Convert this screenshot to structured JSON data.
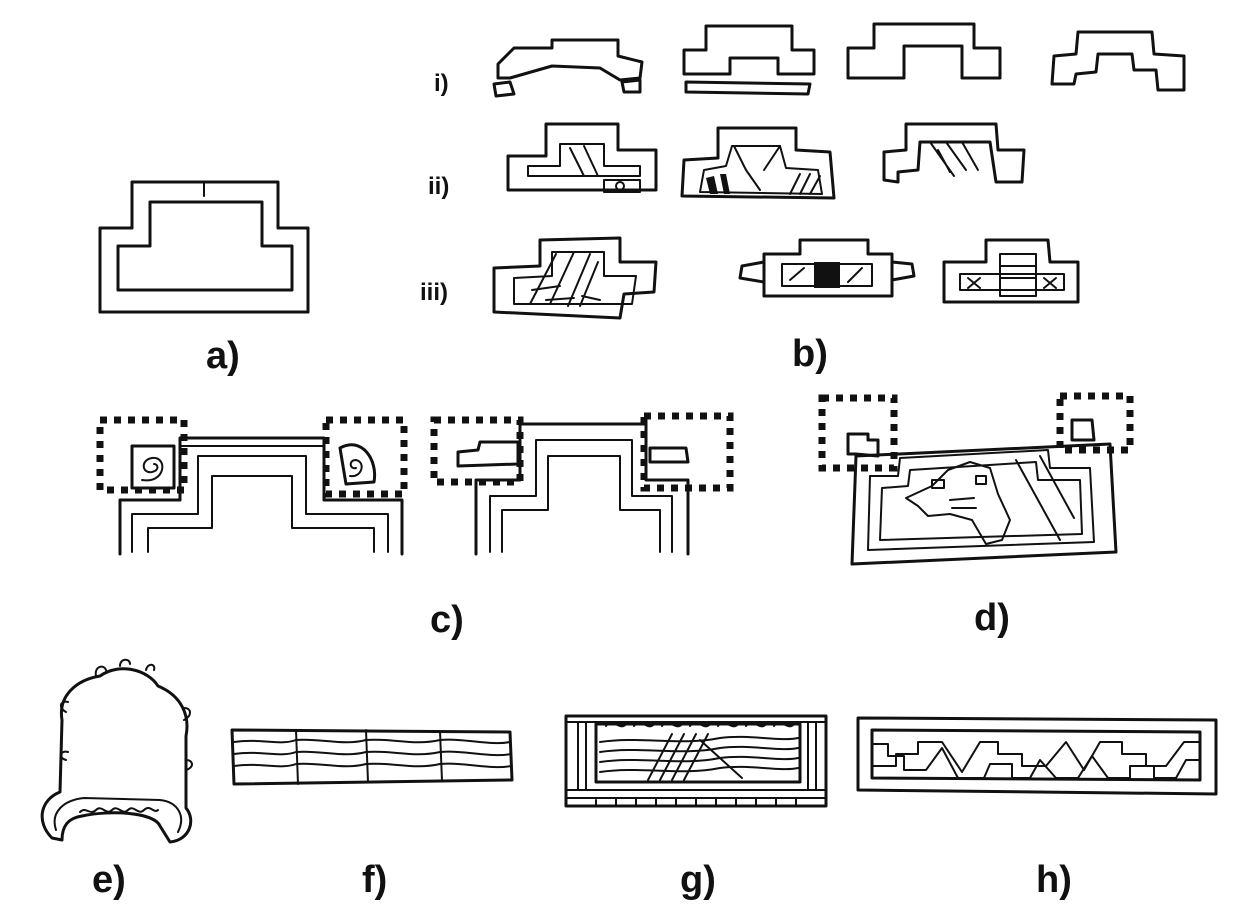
{
  "panels": {
    "a": "a)",
    "b": "b)",
    "c": "c)",
    "d": "d)",
    "e": "e)",
    "f": "f)",
    "g": "g)",
    "h": "h)"
  },
  "rows": {
    "i": "i)",
    "ii": "ii)",
    "iii": "iii)"
  },
  "colors": {
    "ink": "#111111",
    "background": "#ffffff"
  }
}
